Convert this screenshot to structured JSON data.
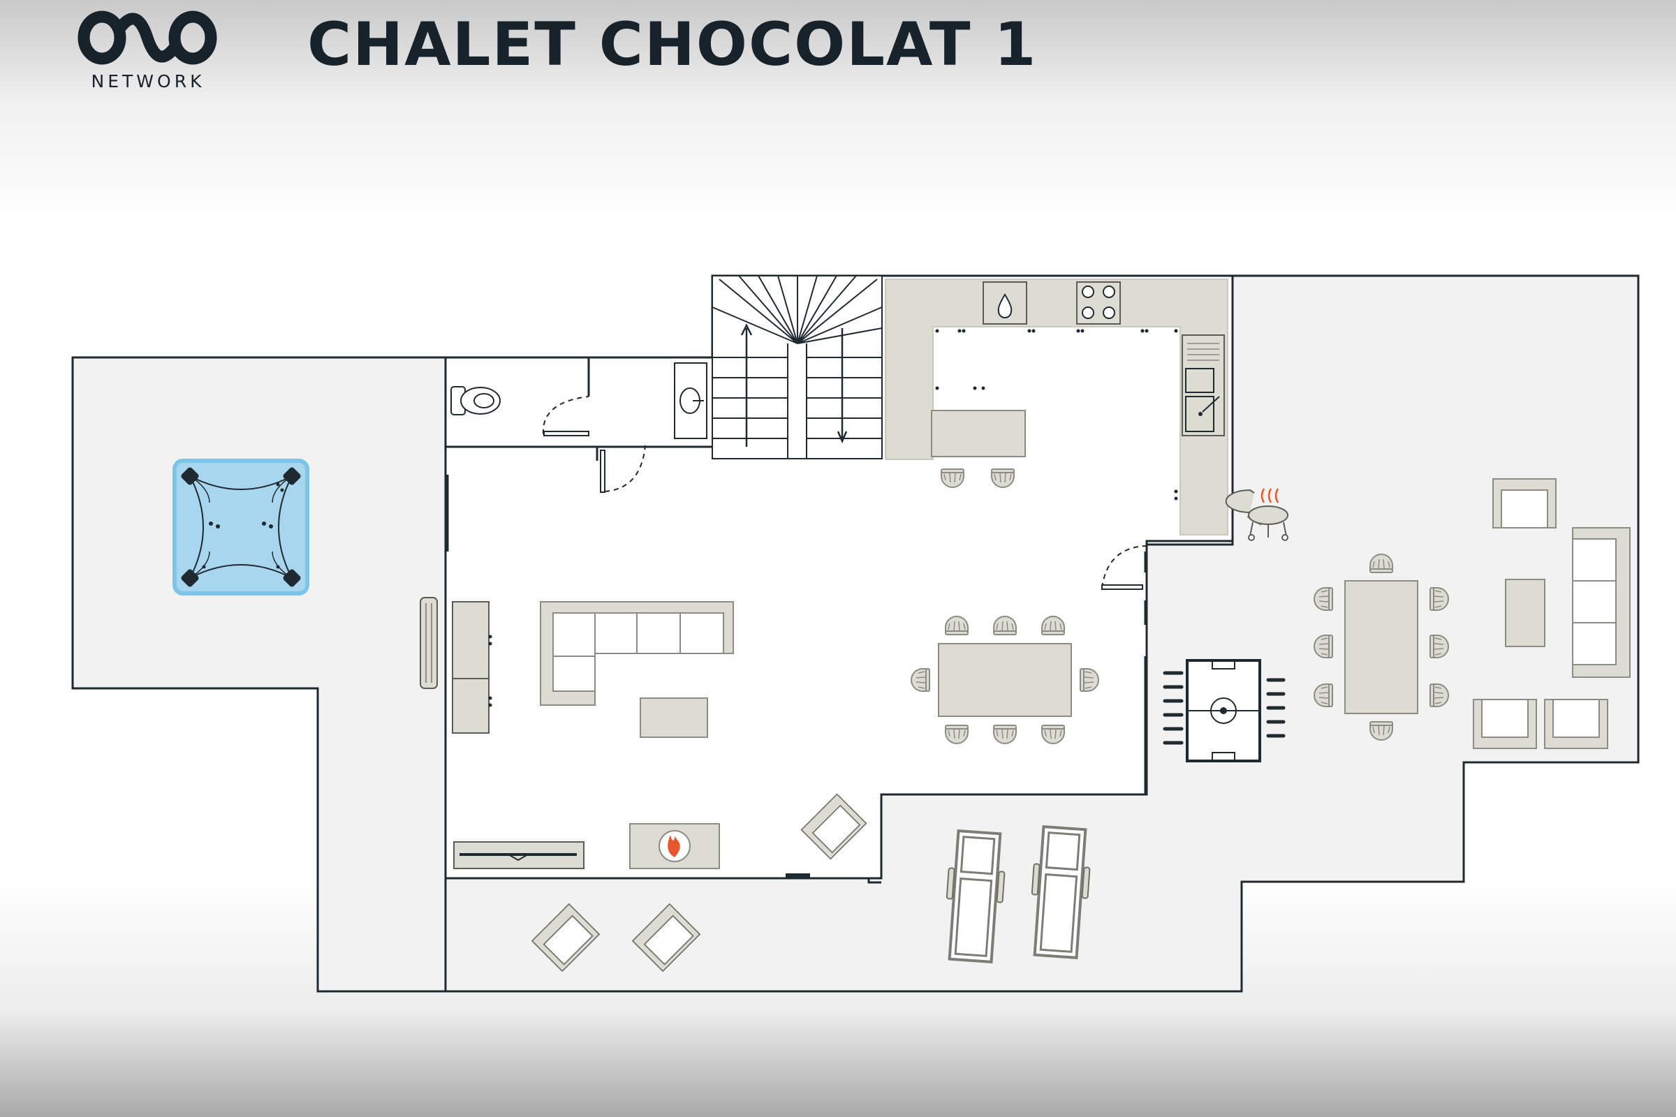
{
  "brand": {
    "logo_mark": "ovo-logo",
    "name": "NETWORK"
  },
  "title": "CHALET CHOCOLAT 1",
  "colors": {
    "wall": "#1f2930",
    "floor": "#f2f2f2",
    "room_floor": "#ffffff",
    "furniture_fill": "#dcdcd2",
    "furniture_stroke": "#8c8c84",
    "hot_tub_water": "#a9d6ef",
    "hot_tub_rim": "#7ec3e8",
    "flame": "#e8562b",
    "title_text": "#18222b"
  },
  "icons": [
    "ovo-logo",
    "hot-tub-icon",
    "toilet-icon",
    "washbasin-icon",
    "staircase-icon",
    "sink-icon",
    "hob-icon",
    "double-sink-icon",
    "barbecue-icon",
    "fireplace-icon",
    "foosball-table-icon",
    "tv-icon",
    "sun-lounger-icon",
    "armchair-icon",
    "sofa-icon",
    "dining-table-icon",
    "chair-icon"
  ]
}
